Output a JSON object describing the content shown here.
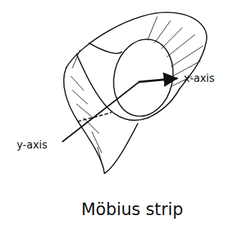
{
  "diagram": {
    "caption": "Möbius strip",
    "labels": [
      "y-axis",
      "x-axis"
    ]
  }
}
